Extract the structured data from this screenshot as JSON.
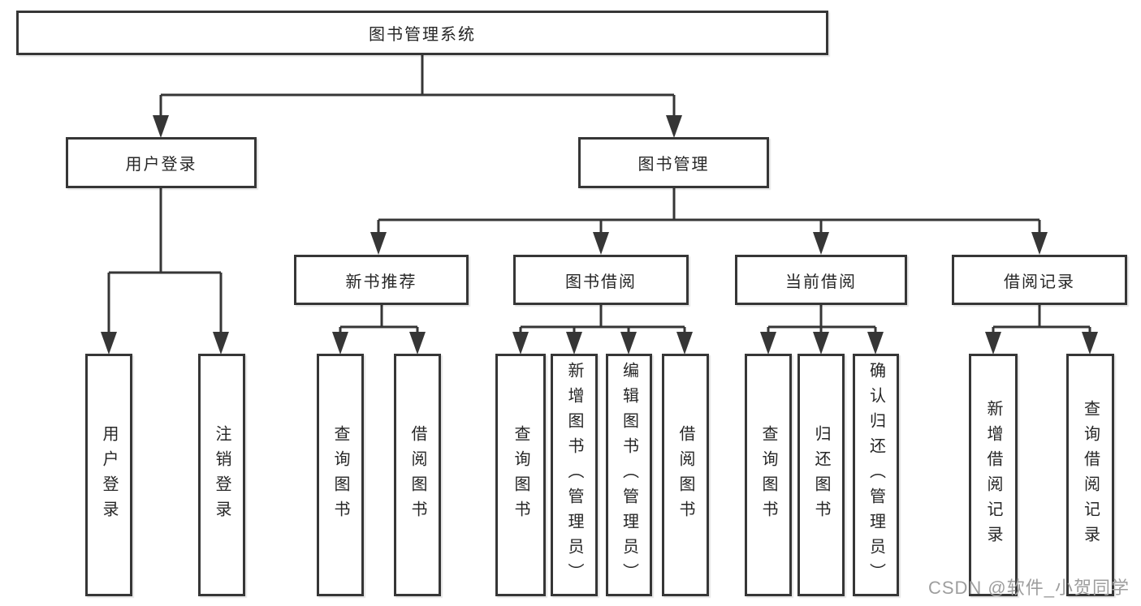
{
  "nodes": {
    "root": {
      "label": "图书管理系统"
    },
    "userLogin": {
      "label": "用户登录"
    },
    "bookMgmt": {
      "label": "图书管理"
    },
    "newBookRec": {
      "label": "新书推荐"
    },
    "bookBorrow": {
      "label": "图书借阅"
    },
    "currentBorrow": {
      "label": "当前借阅"
    },
    "borrowRecords": {
      "label": "借阅记录"
    },
    "loginLeaf": {
      "label": "用户登录"
    },
    "logoutLeaf": {
      "label": "注销登录"
    },
    "g1Query": {
      "label": "查询图书"
    },
    "g1Borrow": {
      "label": "借阅图书"
    },
    "g2Query": {
      "label": "查询图书"
    },
    "g2Add": {
      "label": "新增图书（管理员）"
    },
    "g2Edit": {
      "label": "编辑图书（管理员）"
    },
    "g2Borrow": {
      "label": "借阅图书"
    },
    "g3Query": {
      "label": "查询图书"
    },
    "g3Return": {
      "label": "归还图书"
    },
    "g3Confirm": {
      "label": "确认归还（管理员）"
    },
    "g4Add": {
      "label": "新增借阅记录"
    },
    "g4Query": {
      "label": "查询借阅记录"
    }
  },
  "hierarchy": [
    {
      "parent": "root",
      "children": [
        "userLogin",
        "bookMgmt"
      ]
    },
    {
      "parent": "userLogin",
      "children": [
        "loginLeaf",
        "logoutLeaf"
      ]
    },
    {
      "parent": "bookMgmt",
      "children": [
        "newBookRec",
        "bookBorrow",
        "currentBorrow",
        "borrowRecords"
      ]
    },
    {
      "parent": "newBookRec",
      "children": [
        "g1Query",
        "g1Borrow"
      ]
    },
    {
      "parent": "bookBorrow",
      "children": [
        "g2Query",
        "g2Add",
        "g2Edit",
        "g2Borrow"
      ]
    },
    {
      "parent": "currentBorrow",
      "children": [
        "g3Query",
        "g3Return",
        "g3Confirm"
      ]
    },
    {
      "parent": "borrowRecords",
      "children": [
        "g4Add",
        "g4Query"
      ]
    }
  ],
  "watermark": {
    "text": "CSDN @软件_小贺同学"
  },
  "colors": {
    "line": "#363636",
    "text": "#262626",
    "watermark": "#9e9e9e",
    "background": "#ffffff"
  }
}
